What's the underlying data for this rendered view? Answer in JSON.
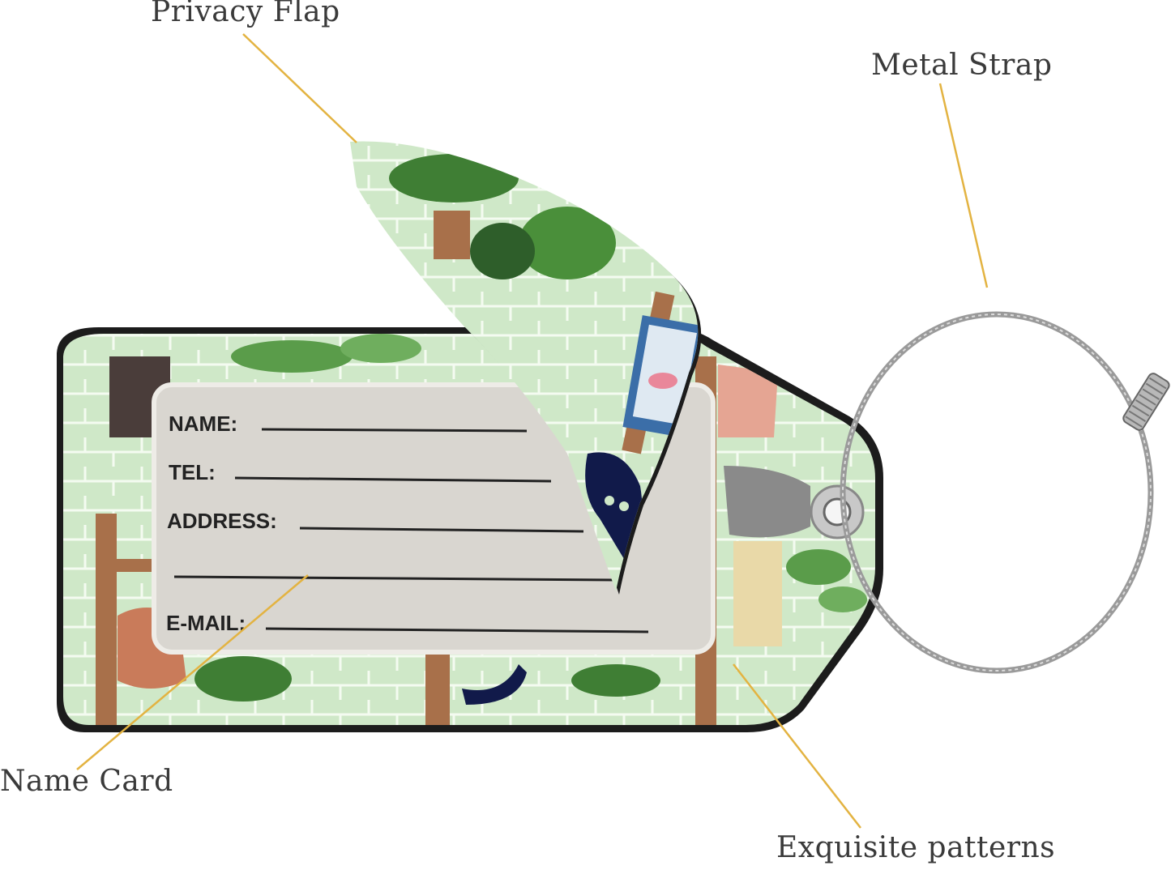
{
  "callouts": {
    "privacy_flap": "Privacy Flap",
    "metal_strap": "Metal Strap",
    "name_card": "Name Card",
    "exquisite_patterns": "Exquisite patterns"
  },
  "name_card": {
    "name": "NAME:",
    "tel": "TEL:",
    "address": "ADDRESS:",
    "email": "E-MAIL:"
  },
  "colors": {
    "callout_line": "#e3b341",
    "tag_green": "#cfe8c8",
    "leaf_green": "#4a8f3a",
    "card_gray": "#d9d6d0",
    "wood_brown": "#a8704a",
    "cat_navy": "#111a4a"
  }
}
